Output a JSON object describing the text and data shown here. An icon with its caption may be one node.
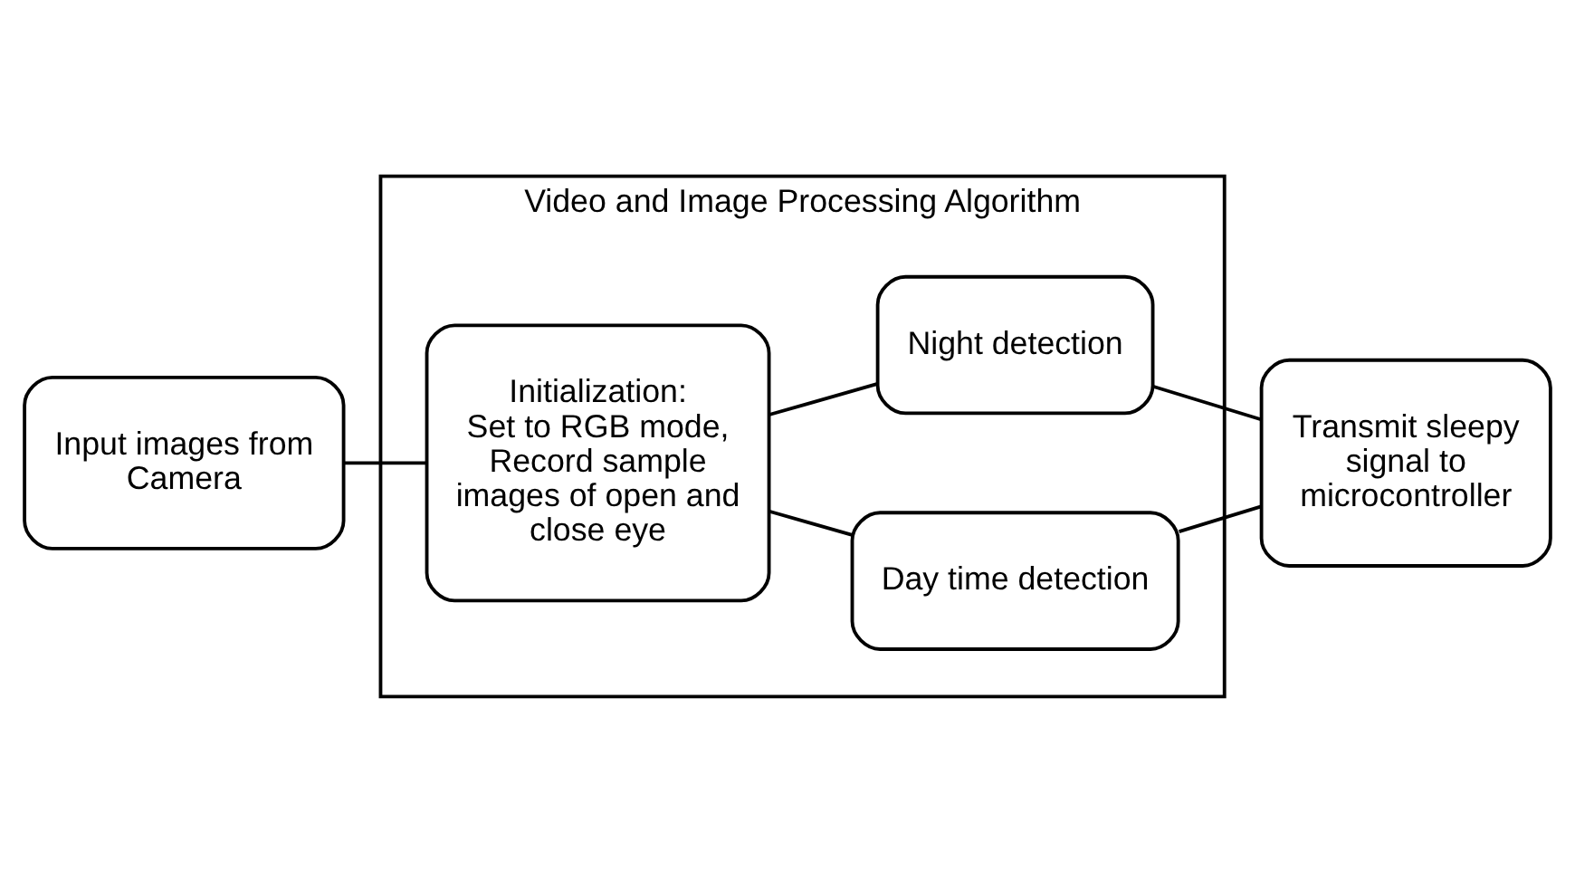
{
  "diagram": {
    "nodes": [
      {
        "text": [
          "Input images from Camera"
        ]
      },
      {
        "text": [
          "Video and Image Processing Algorithm"
        ]
      },
      {
        "text": [
          "Initialization: Set to RGB mode, Record sample images of open and close eye"
        ],
        "in": 1
      },
      {
        "text": [
          "Day time detection"
        ],
        "in": 1
      },
      {
        "text": [
          "Night detection"
        ],
        "in": 1
      },
      {
        "text": [
          "Transmit sleepy signal to microcontroller"
        ]
      }
    ],
    "edges": [
      {
        "from": 0,
        "to": 2,
        "arrow": "none"
      },
      {
        "from": 2,
        "to": 3,
        "arrow": "none"
      },
      {
        "from": 2,
        "to": 4,
        "arrow": "none"
      },
      {
        "from": 3,
        "to": 5,
        "arrow": "none"
      },
      {
        "from": 4,
        "to": 5,
        "arrow": "none"
      }
    ]
  }
}
